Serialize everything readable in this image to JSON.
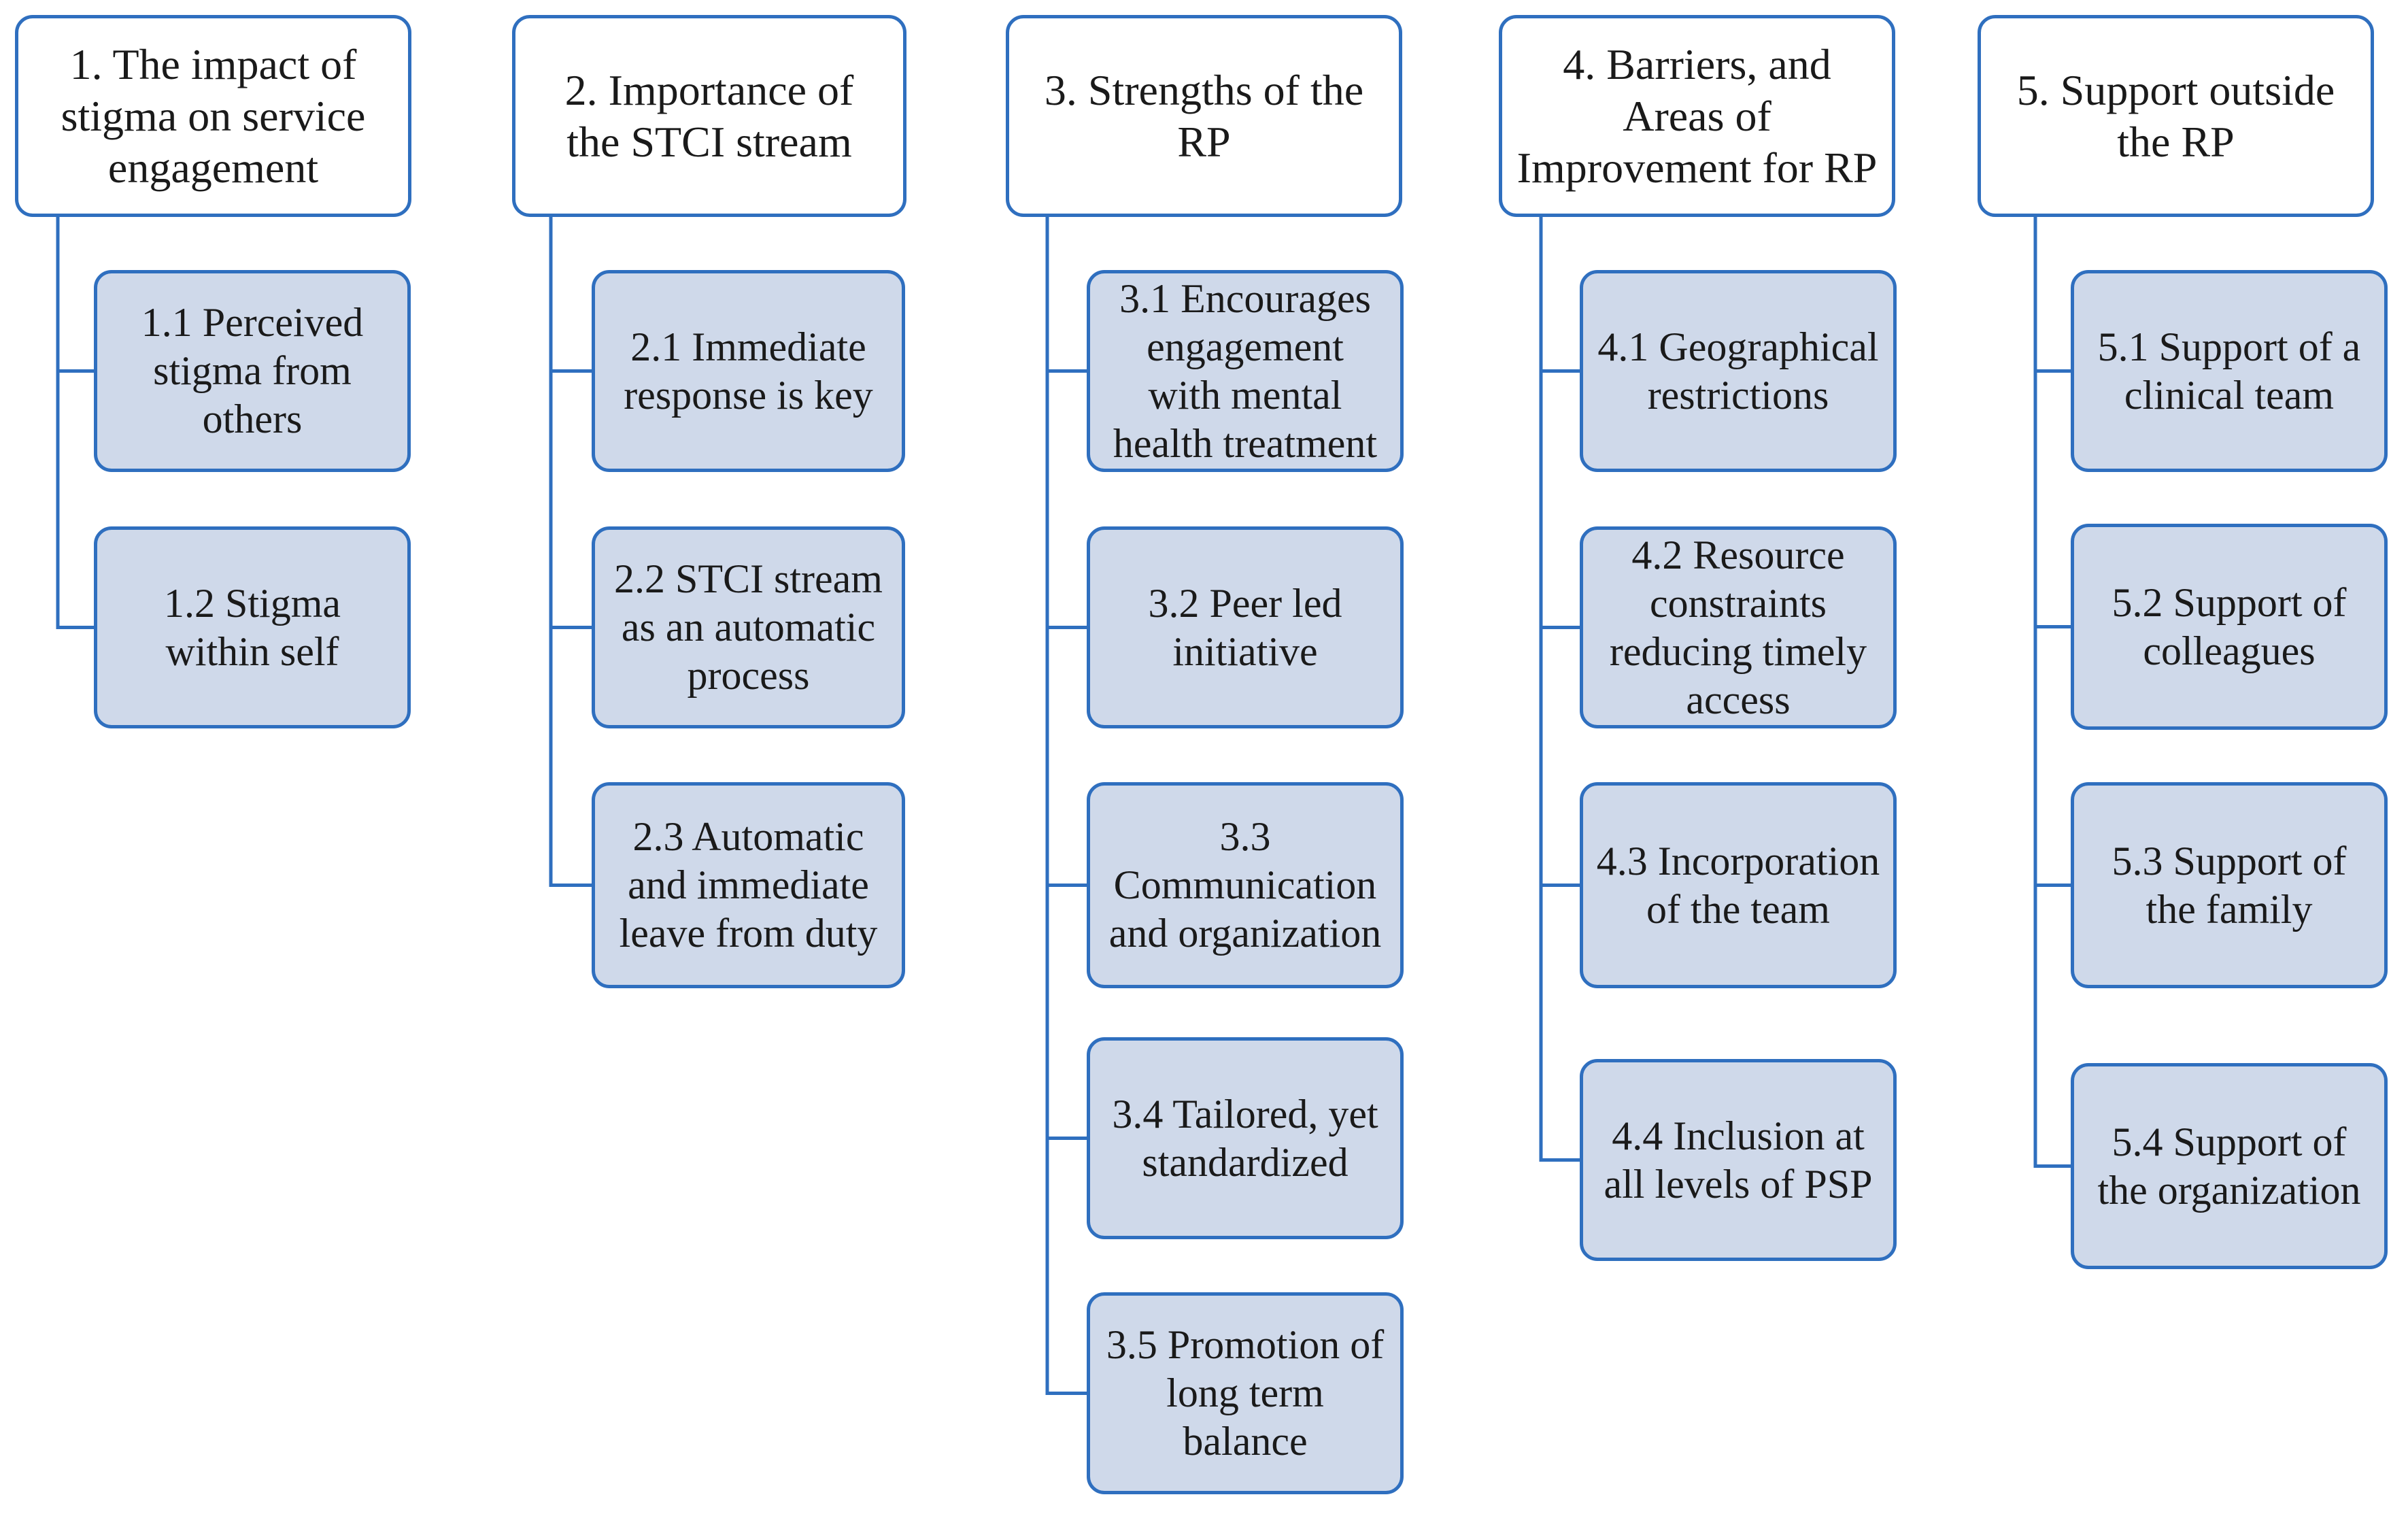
{
  "colors": {
    "border": "#2f6fbf",
    "subtheme_fill": "#cfd9ea",
    "theme_fill": "#ffffff",
    "line": "#2f6fbf"
  },
  "themes": [
    {
      "label": "1. The impact of\nstigma on service\nengagement",
      "subthemes": [
        "1.1 Perceived\nstigma from\nothers",
        "1.2 Stigma\nwithin self"
      ]
    },
    {
      "label": "2. Importance of\nthe STCI stream",
      "subthemes": [
        "2.1 Immediate\nresponse is key",
        "2.2 STCI stream\nas an automatic\nprocess",
        "2.3 Automatic\nand immediate\nleave from duty"
      ]
    },
    {
      "label": "3. Strengths of the\nRP",
      "subthemes": [
        "3.1 Encourages\nengagement\nwith mental\nhealth treatment",
        "3.2 Peer led\ninitiative",
        "3.3\nCommunication\nand organization",
        "3.4 Tailored, yet\nstandardized",
        "3.5 Promotion of\nlong term\nbalance"
      ]
    },
    {
      "label": "4. Barriers, and\nAreas of\nImprovement for RP",
      "subthemes": [
        "4.1 Geographical\nrestrictions",
        "4.2 Resource\nconstraints\nreducing timely\naccess",
        "4.3 Incorporation\nof the team",
        "4.4 Inclusion at\nall levels of PSP"
      ]
    },
    {
      "label": "5. Support outside\nthe RP",
      "subthemes": [
        "5.1 Support of a\nclinical team",
        "5.2 Support of\ncolleagues",
        "5.3 Support of\nthe family",
        "5.4 Support of\nthe organization"
      ]
    }
  ]
}
